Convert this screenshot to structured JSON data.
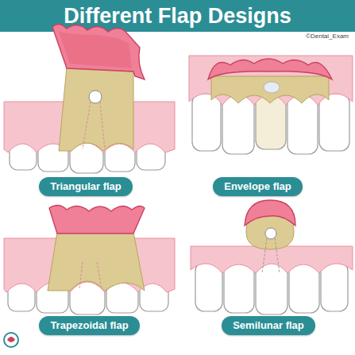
{
  "diagram": {
    "title": "Different Flap Designs",
    "nodes": [
      {
        "text": [
          "Triangular flap"
        ]
      },
      {
        "text": [
          "Envelope flap"
        ]
      },
      {
        "text": [
          "Trapezoidal flap"
        ]
      },
      {
        "text": [
          "Semilunar flap"
        ]
      }
    ],
    "labels": [
      "©Dental_Exam"
    ]
  }
}
